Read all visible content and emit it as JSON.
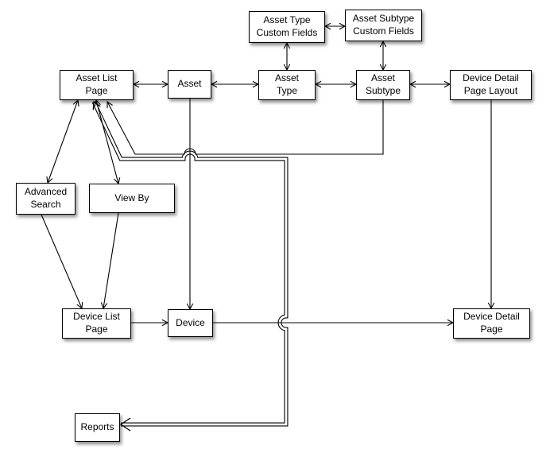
{
  "diagram": {
    "type": "entity-flow-diagram",
    "background_color": "#ffffff",
    "node_fill": "#ffffff",
    "node_border_color": "#000000",
    "connector_color": "#000000",
    "nodes": [
      {
        "id": "asset-type-custom-fields",
        "label": "Asset Type\nCustom Fields"
      },
      {
        "id": "asset-subtype-custom-fields",
        "label": "Asset Subtype\nCustom Fields"
      },
      {
        "id": "asset-list-page",
        "label": "Asset List\nPage"
      },
      {
        "id": "asset",
        "label": "Asset"
      },
      {
        "id": "asset-type",
        "label": "Asset\nType"
      },
      {
        "id": "asset-subtype",
        "label": "Asset\nSubtype"
      },
      {
        "id": "device-detail-page-layout",
        "label": "Device Detail\nPage Layout"
      },
      {
        "id": "advanced-search",
        "label": "Advanced\nSearch"
      },
      {
        "id": "view-by",
        "label": "View By"
      },
      {
        "id": "device-list-page",
        "label": "Device List\nPage"
      },
      {
        "id": "device",
        "label": "Device"
      },
      {
        "id": "device-detail-page",
        "label": "Device Detail\nPage"
      },
      {
        "id": "reports",
        "label": "Reports"
      }
    ],
    "edges": [
      {
        "from": "asset-type-custom-fields",
        "to": "asset-subtype-custom-fields",
        "arrows": "both",
        "style": "single"
      },
      {
        "from": "asset-type-custom-fields",
        "to": "asset-type",
        "arrows": "both",
        "style": "single"
      },
      {
        "from": "asset-subtype-custom-fields",
        "to": "asset-subtype",
        "arrows": "both",
        "style": "single"
      },
      {
        "from": "asset-list-page",
        "to": "asset",
        "arrows": "both",
        "style": "single"
      },
      {
        "from": "asset",
        "to": "asset-type",
        "arrows": "both",
        "style": "single"
      },
      {
        "from": "asset-type",
        "to": "asset-subtype",
        "arrows": "both",
        "style": "single"
      },
      {
        "from": "asset-subtype",
        "to": "device-detail-page-layout",
        "arrows": "both",
        "style": "single"
      },
      {
        "from": "asset-subtype",
        "to": "asset-list-page",
        "arrows": "to",
        "style": "single"
      },
      {
        "from": "asset",
        "to": "device",
        "arrows": "to",
        "style": "single"
      },
      {
        "from": "asset-list-page",
        "to": "advanced-search",
        "arrows": "both",
        "style": "single"
      },
      {
        "from": "asset-list-page",
        "to": "view-by",
        "arrows": "both",
        "style": "single"
      },
      {
        "from": "advanced-search",
        "to": "device-list-page",
        "arrows": "to",
        "style": "single"
      },
      {
        "from": "view-by",
        "to": "device-list-page",
        "arrows": "to",
        "style": "single"
      },
      {
        "from": "device-list-page",
        "to": "device",
        "arrows": "to",
        "style": "single"
      },
      {
        "from": "device",
        "to": "device-detail-page",
        "arrows": "to",
        "style": "single"
      },
      {
        "from": "device-detail-page-layout",
        "to": "device-detail-page",
        "arrows": "to",
        "style": "single"
      },
      {
        "from": "asset-list-page",
        "to": "reports",
        "arrows": "both",
        "style": "double-line"
      }
    ]
  }
}
